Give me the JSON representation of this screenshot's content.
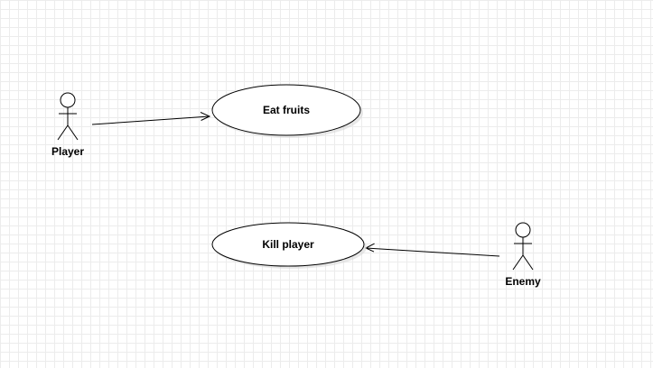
{
  "diagram": {
    "actors": {
      "player": {
        "name": "Player"
      },
      "enemy": {
        "name": "Enemy"
      }
    },
    "use_cases": {
      "eat_fruits": {
        "label": "Eat fruits"
      },
      "kill_player": {
        "label": "Kill player"
      }
    },
    "associations": [
      {
        "from": "Player",
        "to": "Eat fruits"
      },
      {
        "from": "Enemy",
        "to": "Kill player"
      }
    ],
    "colors": {
      "stroke": "#000000",
      "fill": "#ffffff",
      "shadow": "#d9d9d9",
      "grid": "#ececec"
    }
  }
}
